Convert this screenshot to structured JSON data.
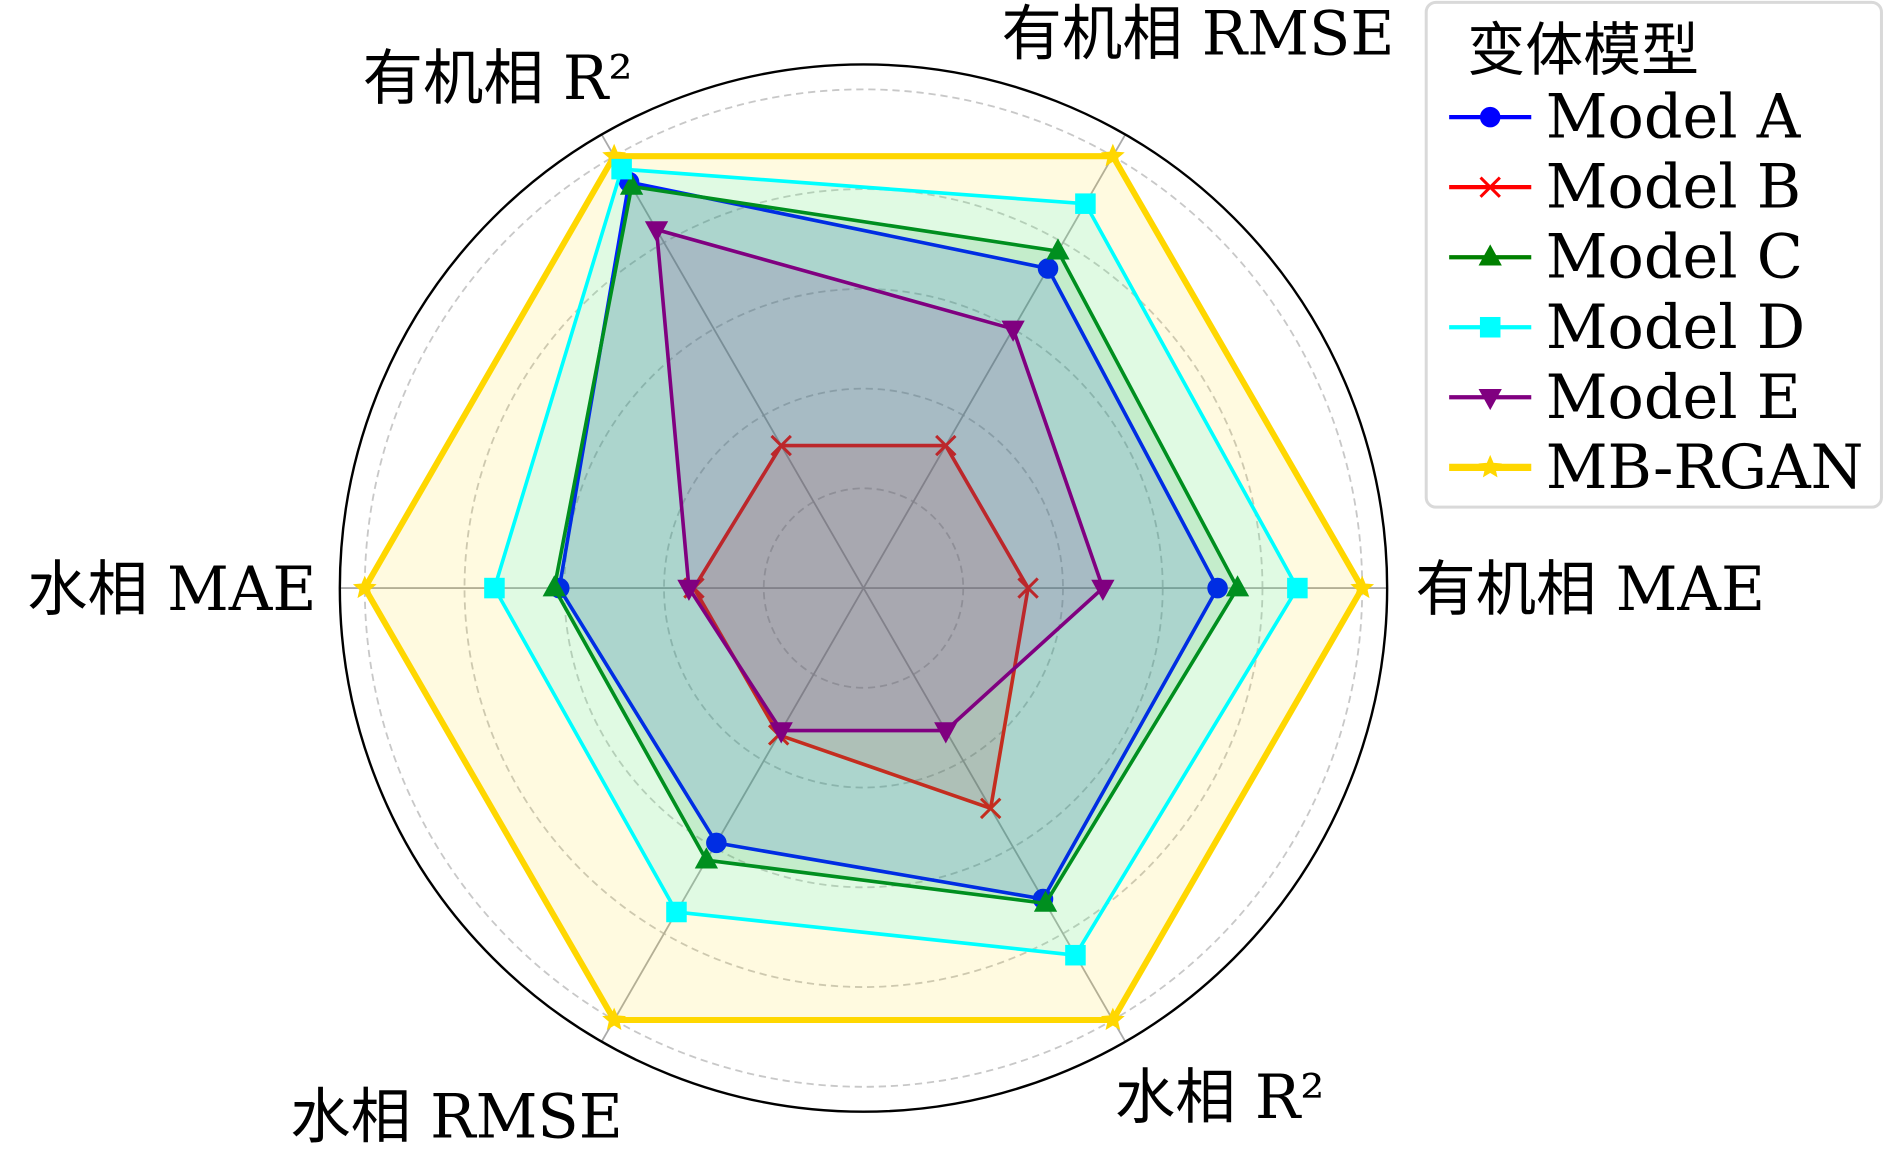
{
  "chart_data": {
    "type": "radar",
    "title": "",
    "axes": [
      "有机相 MAE",
      "有机相 RMSE",
      "有机相 R²",
      "水相 MAE",
      "水相 RMSE",
      "水相 R²"
    ],
    "rlim": [
      0,
      1.05
    ],
    "grid_values": [
      0.2,
      0.4,
      0.6,
      0.8,
      1.0
    ],
    "grid": true,
    "legend": {
      "title": "变体模型",
      "placement": "top-right"
    },
    "series": [
      {
        "name": "Model A",
        "color": "#0000ff",
        "marker": "circle",
        "values": [
          0.71,
          0.74,
          0.94,
          0.61,
          0.59,
          0.72
        ]
      },
      {
        "name": "Model B",
        "color": "#ff0000",
        "marker": "x",
        "values": [
          0.33,
          0.33,
          0.33,
          0.34,
          0.34,
          0.51
        ]
      },
      {
        "name": "Model C",
        "color": "#008000",
        "marker": "triangle-up",
        "values": [
          0.75,
          0.78,
          0.93,
          0.62,
          0.63,
          0.73
        ]
      },
      {
        "name": "Model D",
        "color": "#00ffff",
        "marker": "square",
        "values": [
          0.87,
          0.89,
          0.97,
          0.74,
          0.75,
          0.85
        ]
      },
      {
        "name": "Model E",
        "color": "#800080",
        "marker": "triangle-down",
        "values": [
          0.48,
          0.6,
          0.83,
          0.35,
          0.33,
          0.33
        ]
      },
      {
        "name": "MB-RGAN",
        "color": "#ffd700",
        "marker": "star",
        "values": [
          1.0,
          1.0,
          1.0,
          1.0,
          1.0,
          1.0
        ]
      }
    ]
  }
}
